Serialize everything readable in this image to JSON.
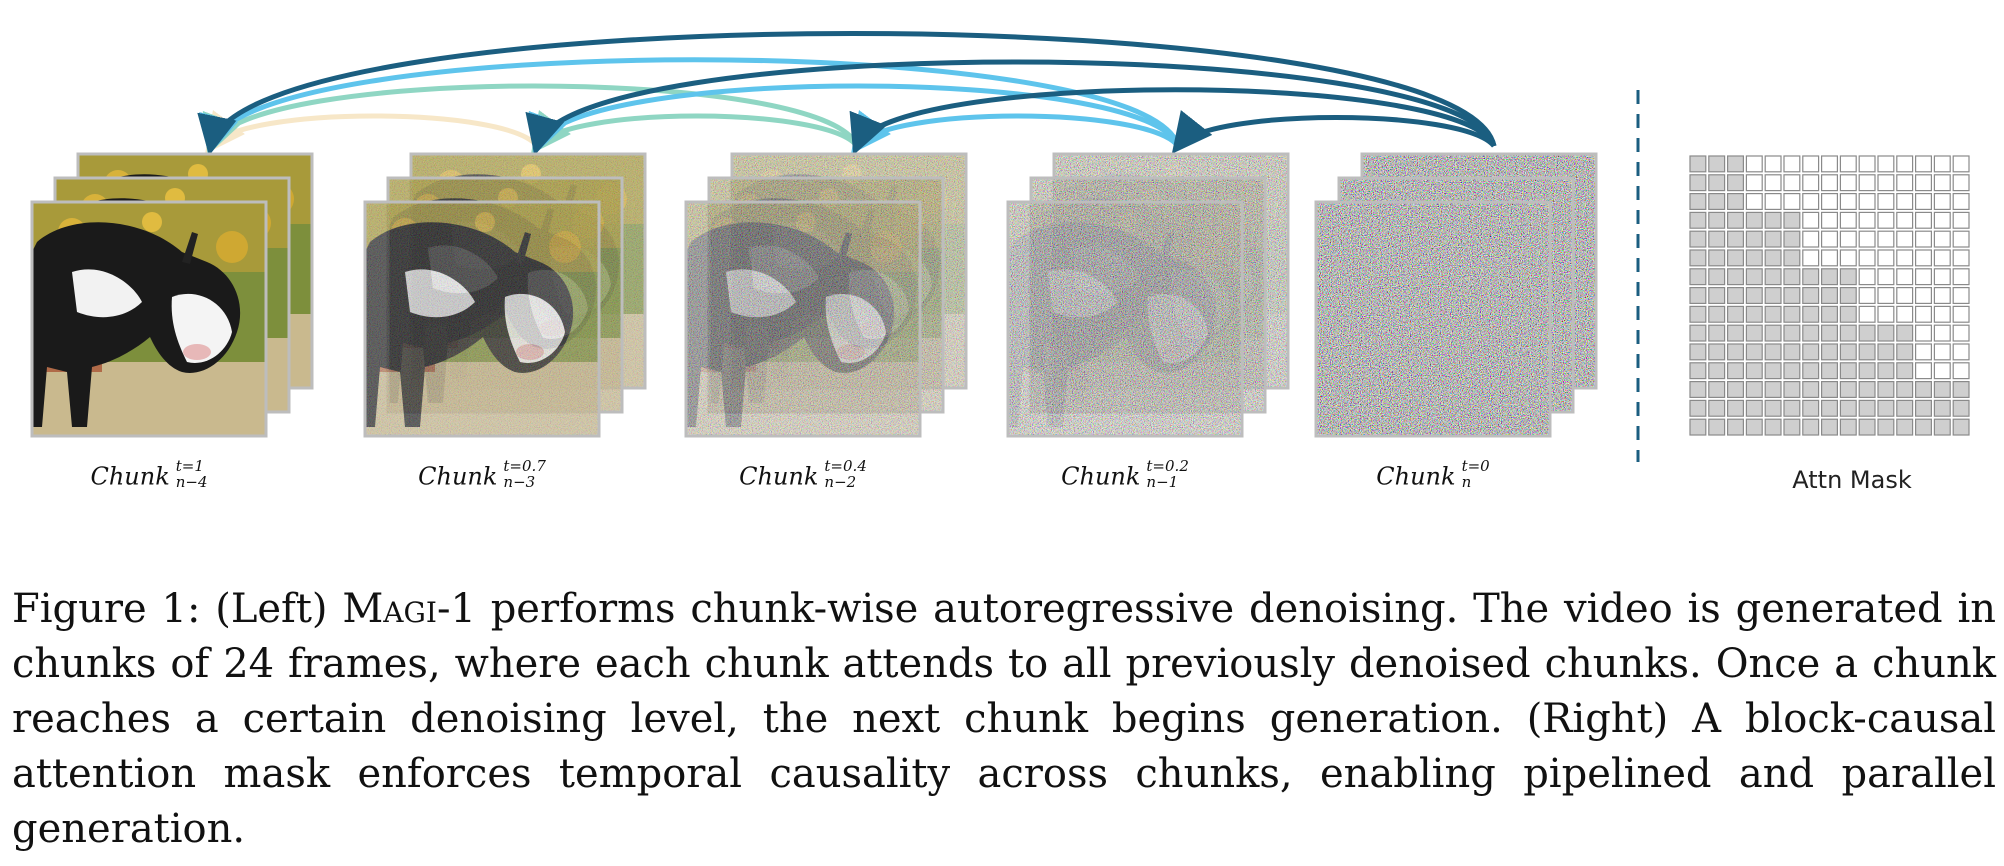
{
  "chunks": [
    {
      "name": "Chunk",
      "sub": "n−4",
      "sup": "t=1",
      "noise": 0.0
    },
    {
      "name": "Chunk",
      "sub": "n−3",
      "sup": "t=0.7",
      "noise": 0.22
    },
    {
      "name": "Chunk",
      "sub": "n−2",
      "sup": "t=0.4",
      "noise": 0.5
    },
    {
      "name": "Chunk",
      "sub": "n−1",
      "sup": "t=0.2",
      "noise": 0.75
    },
    {
      "name": "Chunk",
      "sub": "n",
      "sup": "t=0",
      "noise": 1.0
    }
  ],
  "attn_mask": {
    "label": "Attn Mask",
    "rows": 15,
    "cols": 15,
    "block_size": 3
  },
  "colors": {
    "arrow_dark": "#1b5e80",
    "arrow_blue": "#5ec4ec",
    "arrow_teal": "#8fd6c3",
    "arrow_beige": "#f7e7c8",
    "divider": "#1b5e80",
    "cell_filled": "#cfcfcf",
    "cell_border": "#8a8a8a"
  },
  "caption": {
    "prefix": "Figure 1: (Left) ",
    "model_name": "Magi",
    "model_suffix": "-1 performs chunk-wise autoregressive denoising.  The video is generated in chunks of 24 frames, where each chunk attends to all previously denoised chunks. Once a chunk reaches a certain denoising level, the next chunk begins generation. (Right) A block-causal attention mask enforces temporal causality across chunks, enabling pipelined and parallel generation."
  }
}
